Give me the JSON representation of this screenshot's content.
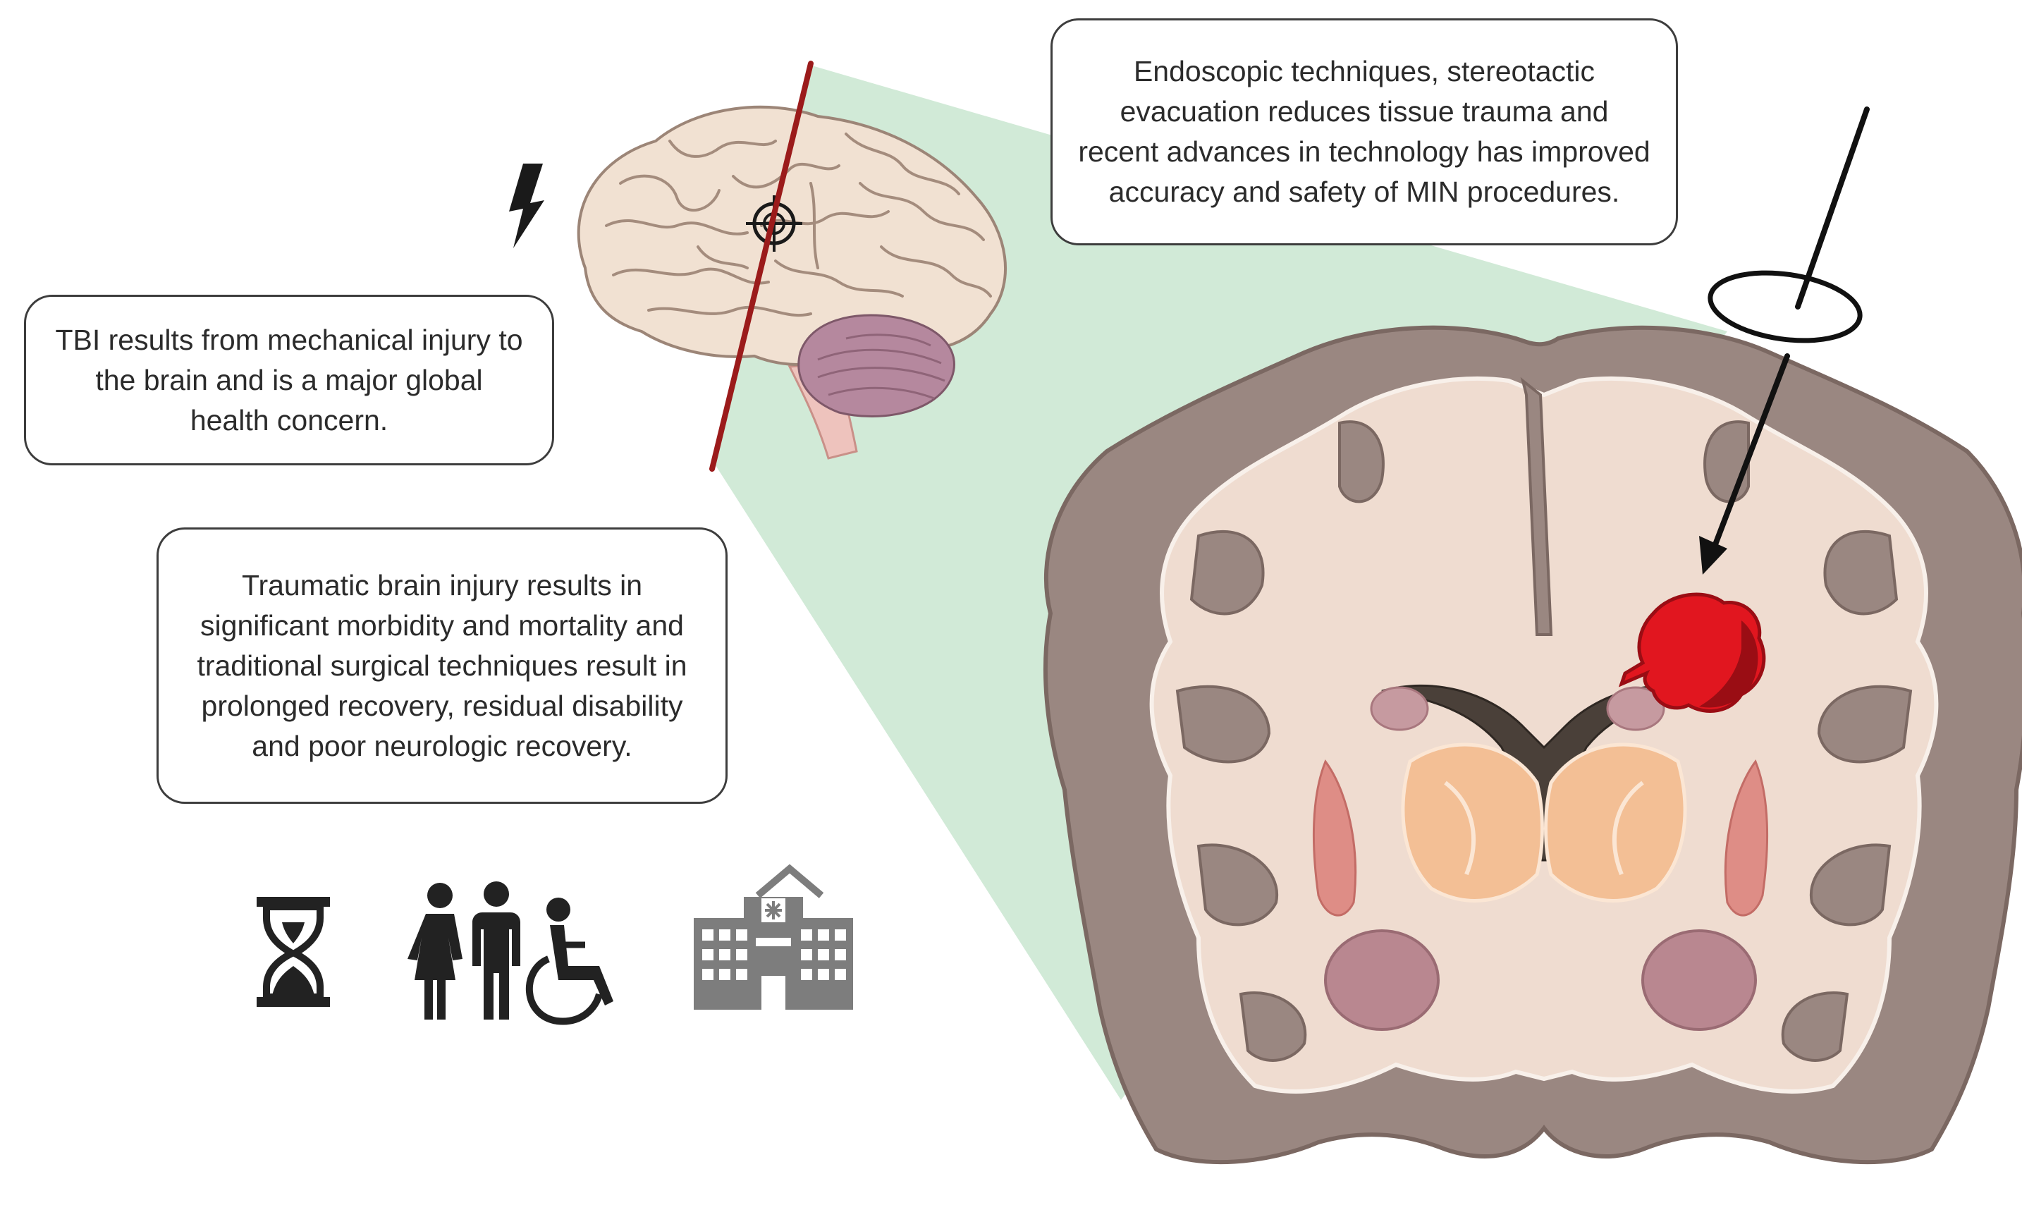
{
  "colors": {
    "wedge": "#c9e6d0",
    "cut_line": "#9b1b1b",
    "cortex": "#9a8781",
    "cortex_outline": "#7b6862",
    "white_matter": "#efdcd0",
    "hematoma": "#e1161f",
    "hematoma_dark": "#9a0d14",
    "icon_dark": "#222222",
    "icon_gray": "#7d7d7d"
  },
  "callouts": {
    "min": {
      "lines": [
        "Endoscopic techniques, stereotactic",
        "evacuation reduces tissue trauma  and",
        "recent advances in technology has improved",
        "accuracy and safety of MIN procedures."
      ]
    },
    "tbi": {
      "lines": [
        "TBI results from mechanical injury to",
        "the brain and  is a major global",
        "health concern."
      ]
    },
    "morbidity": {
      "lines": [
        "Traumatic brain injury results in",
        "significant morbidity and mortality and",
        "traditional surgical techniques result in",
        "prolonged recovery, residual disability",
        "and  poor neurologic recovery."
      ]
    }
  },
  "icons": [
    "lightning-icon",
    "target-icon",
    "hourglass-icon",
    "family-icon",
    "wheelchair-icon",
    "hospital-icon",
    "stereotactic-probe-icon"
  ]
}
